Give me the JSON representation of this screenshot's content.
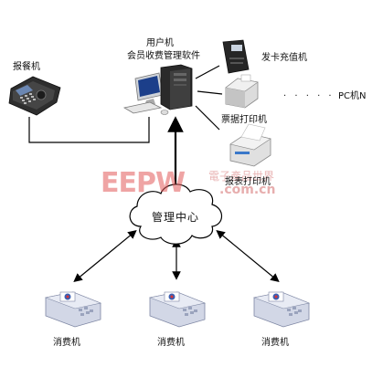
{
  "nodes": {
    "pc_user": "用户机",
    "pc_software": "会员收费管理软件",
    "meal_reporter": "报餐机",
    "card_issuer": "发卡充值机",
    "pc_n": "PC机N",
    "pc_n_dots": "· · · · · ·",
    "receipt_printer": "票据打印机",
    "report_printer": "报表打印机",
    "management_center": "管理中心",
    "terminal_1": "消费机",
    "terminal_2": "消费机",
    "terminal_3": "消费机"
  },
  "watermark": {
    "logo": "EEPW",
    "text": "電子產品世界",
    "url": ".com.cn"
  }
}
